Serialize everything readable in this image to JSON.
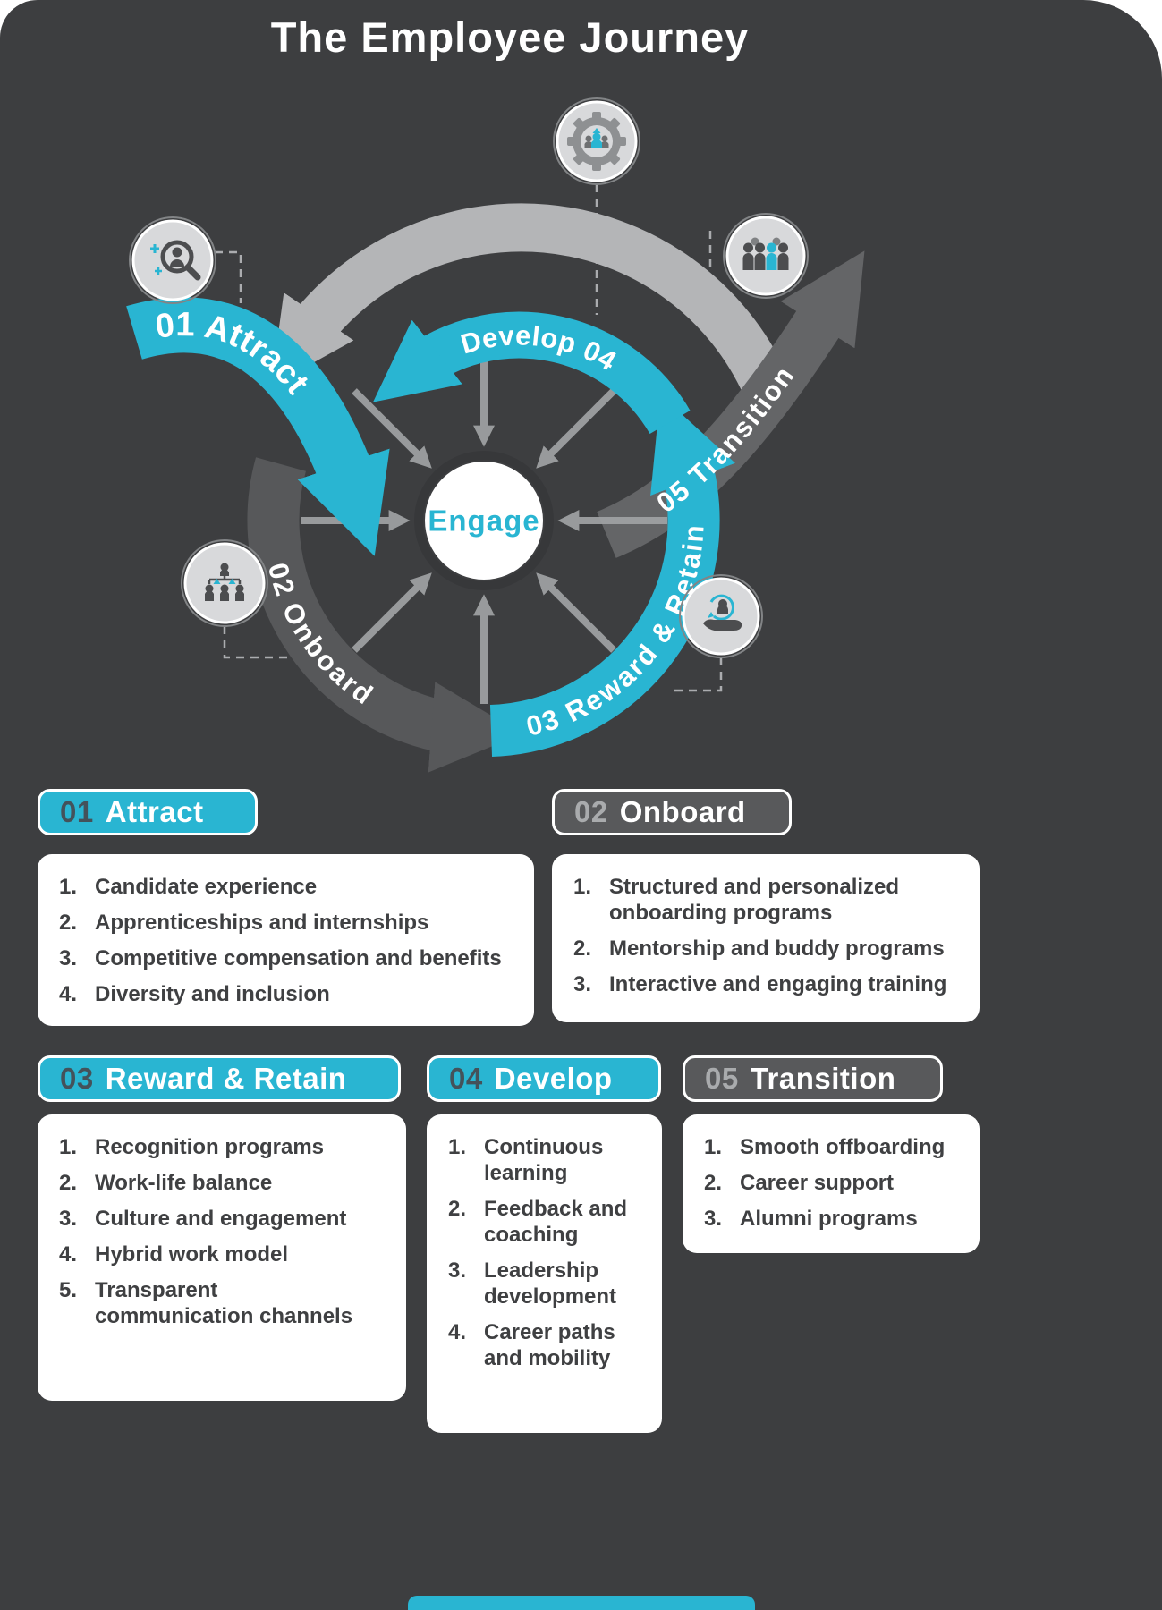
{
  "title": "The Employee Journey",
  "colors": {
    "background": "#3D3E40",
    "accent_cyan": "#29B5D2",
    "arrow_dark_gray": "#57585A",
    "arrow_mid_gray": "#646567",
    "arrow_light_gray": "#B4B5B7",
    "card_white": "#FFFFFF",
    "text_dark": "#3F4042"
  },
  "diagram": {
    "center_label": "Engage",
    "arcs": [
      {
        "label": "01 Attract"
      },
      {
        "label": "02 Onboard"
      },
      {
        "label": "03 Reward & Retain"
      },
      {
        "label": "Develop 04"
      },
      {
        "label": "05 Transition"
      }
    ],
    "icons": [
      "talent-search-icon",
      "team-gear-icon",
      "people-group-icon",
      "org-structure-icon",
      "employee-retention-icon"
    ]
  },
  "cards": [
    {
      "id": "01",
      "title": "Attract",
      "theme": "cyan",
      "items": [
        {
          "n": "1.",
          "t": "Candidate experience"
        },
        {
          "n": "2.",
          "t": "Apprenticeships and internships"
        },
        {
          "n": "3.",
          "t": "Competitive compensation and benefits"
        },
        {
          "n": "4.",
          "t": "Diversity and inclusion"
        }
      ]
    },
    {
      "id": "02",
      "title": "Onboard",
      "theme": "gray",
      "items": [
        {
          "n": "1.",
          "t": "Structured and personalized onboarding programs"
        },
        {
          "n": "2.",
          "t": "Mentorship and buddy programs"
        },
        {
          "n": "3.",
          "t": "Interactive and engaging training"
        }
      ]
    },
    {
      "id": "03",
      "title": "Reward & Retain",
      "theme": "cyan",
      "items": [
        {
          "n": "1.",
          "t": "Recognition programs"
        },
        {
          "n": "2.",
          "t": "Work-life balance"
        },
        {
          "n": "3.",
          "t": "Culture and engagement"
        },
        {
          "n": "4.",
          "t": "Hybrid work model"
        },
        {
          "n": "5.",
          "t": "Transparent communication channels"
        }
      ]
    },
    {
      "id": "04",
      "title": "Develop",
      "theme": "cyan",
      "items": [
        {
          "n": "1.",
          "t": "Continuous learning"
        },
        {
          "n": "2.",
          "t": "Feedback and coaching"
        },
        {
          "n": "3.",
          "t": "Leadership development"
        },
        {
          "n": "4.",
          "t": "Career paths and mobility"
        }
      ]
    },
    {
      "id": "05",
      "title": "Transition",
      "theme": "gray",
      "items": [
        {
          "n": "1.",
          "t": "Smooth offboarding"
        },
        {
          "n": "2.",
          "t": "Career support"
        },
        {
          "n": "3.",
          "t": "Alumni programs"
        }
      ]
    }
  ]
}
